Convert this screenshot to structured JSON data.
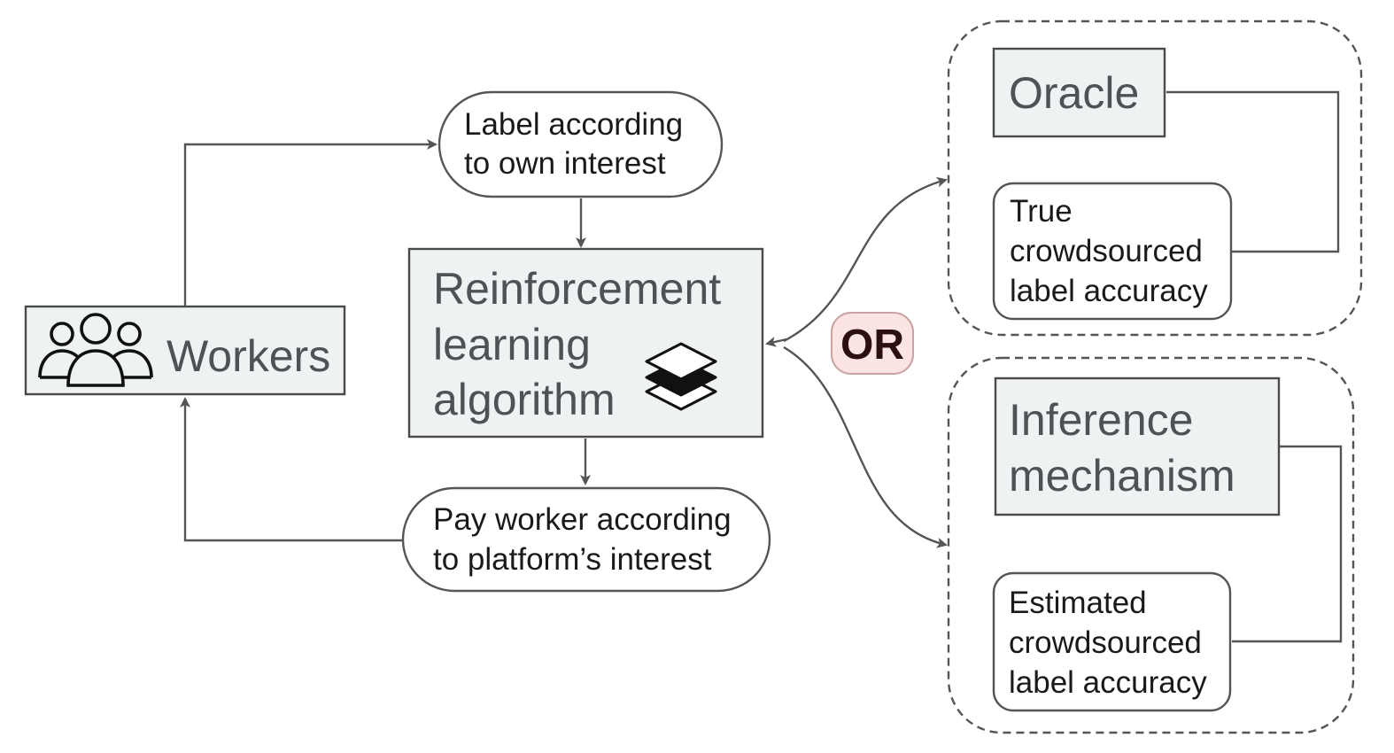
{
  "diagram": {
    "workers": {
      "label": "Workers",
      "icon": "people-group-icon"
    },
    "label_step": {
      "lines": [
        "Label according",
        "to own interest"
      ]
    },
    "rl_algorithm": {
      "lines": [
        "Reinforcement",
        "learning",
        "algorithm"
      ],
      "icon": "layers-stack-icon"
    },
    "pay_step": {
      "lines": [
        "Pay worker according",
        "to platform’s interest"
      ]
    },
    "or_badge": {
      "label": "OR"
    },
    "option_oracle": {
      "title": "Oracle",
      "detail_lines": [
        "True",
        "crowdsourced",
        "label accuracy"
      ]
    },
    "option_inference": {
      "title_lines": [
        "Inference",
        "mechanism"
      ],
      "detail_lines": [
        "Estimated",
        "crowdsourced",
        "label accuracy"
      ]
    },
    "colors": {
      "box_fill": "#eef2f2",
      "box_stroke": "#4a4a4a",
      "text_dark": "#1a1a1a",
      "text_grey": "#4f5254",
      "arrow": "#555555",
      "or_fill": "#fbe4e3",
      "or_stroke": "#c9a3a1"
    }
  }
}
